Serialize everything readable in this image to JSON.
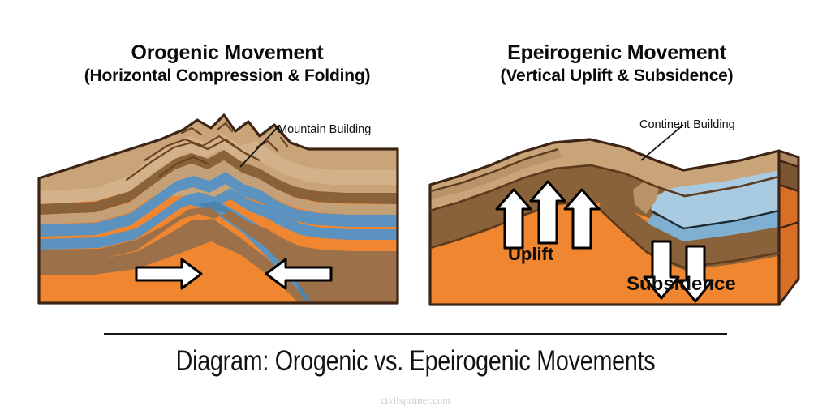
{
  "panels": [
    {
      "id": "orogenic",
      "title": "Orogenic Movement",
      "subtitle": "(Horizontal Compression & Folding)",
      "callout": "Mountain Building",
      "arrow_labels": []
    },
    {
      "id": "epeirogenic",
      "title": "Epeirogenic Movement",
      "subtitle": "(Vertical Uplift & Subsidence)",
      "callout": "Continent Building",
      "arrow_labels": [
        "Uplift",
        "Subsidence"
      ]
    }
  ],
  "labels": {
    "mountain_building": "Mountain Building",
    "continent_building": "Continent Building",
    "uplift": "Uplift",
    "subsidence": "Subsidence"
  },
  "caption": "Diagram: Orogenic vs. Epeirogenic Movements",
  "watermark": "civilsprimer.com",
  "colors": {
    "surface_tan": "#c9a478",
    "surface_tan_light": "#cfae85",
    "strata_tan": "#c4a079",
    "strata_brown_dark": "#8a6239",
    "strata_blue": "#5b92bf",
    "strata_brown_mid": "#9c714a",
    "mantle_orange": "#f0862f",
    "mantle_orange_shade": "#d96f26",
    "brown_side": "#7a5433",
    "water_blue": "#a8cbe2",
    "water_blue_deep": "#7fb0d2",
    "outline": "#3d2414",
    "arrow_fill": "#ffffff",
    "arrow_stroke": "#000000",
    "text": "#0a0a0a",
    "watermark": "#c9c9c9",
    "divider": "#151515",
    "background": "#ffffff"
  },
  "figure_elements": {
    "orogenic": {
      "type": "block-diagram",
      "features": [
        "folded-strata",
        "mountain-peaks",
        "anticline",
        "compression-arrows"
      ],
      "strata_layers": [
        "tan-surface",
        "light-tan",
        "dark-brown-thin",
        "blue-band",
        "mid-brown",
        "orange-base"
      ],
      "arrows": [
        {
          "name": "compression-arrow-right",
          "direction": "right"
        },
        {
          "name": "compression-arrow-left",
          "direction": "left"
        }
      ]
    },
    "epeirogenic": {
      "type": "block-diagram",
      "features": [
        "domed-uplift",
        "basin-subsidence",
        "water-body",
        "3d-side-face"
      ],
      "strata_layers": [
        "tan-surface",
        "brown-layer",
        "orange-base"
      ],
      "arrows": [
        {
          "name": "uplift-arrow-1",
          "direction": "up"
        },
        {
          "name": "uplift-arrow-2",
          "direction": "up"
        },
        {
          "name": "uplift-arrow-3",
          "direction": "up"
        },
        {
          "name": "subsidence-arrow-1",
          "direction": "down"
        },
        {
          "name": "subsidence-arrow-2",
          "direction": "down"
        }
      ]
    }
  }
}
